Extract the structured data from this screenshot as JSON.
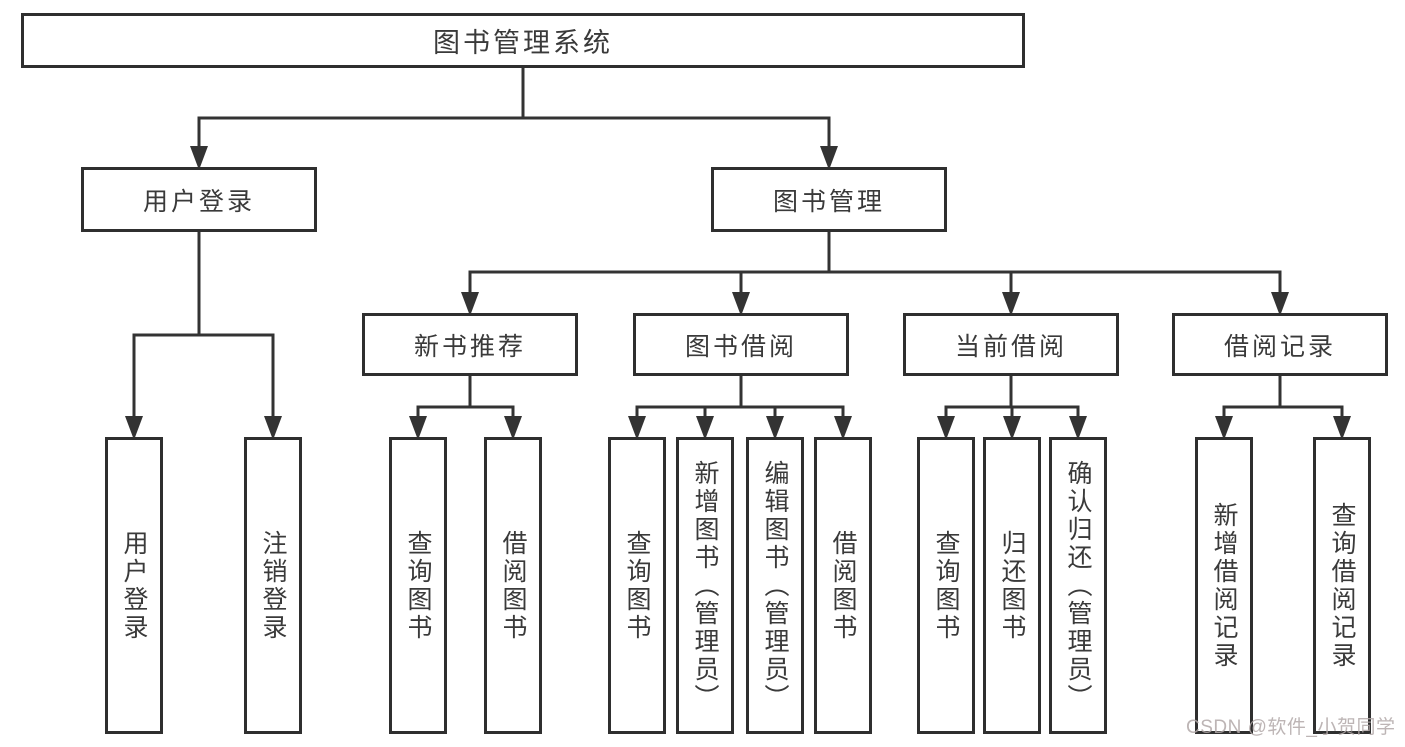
{
  "diagram": {
    "type": "hierarchy-tree",
    "colors": {
      "line": "#333333",
      "box_border": "#2f2f2f",
      "box_fill": "#ffffff",
      "text": "#3a3a3a",
      "watermark": "rgba(178,168,168,0.85)"
    },
    "tree": {
      "root": "图书管理系统",
      "children": [
        {
          "label": "用户登录",
          "children": [
            "用户登录",
            "注销登录"
          ]
        },
        {
          "label": "图书管理",
          "children": [
            {
              "label": "新书推荐",
              "children": [
                "查询图书",
                "借阅图书"
              ]
            },
            {
              "label": "图书借阅",
              "children": [
                "查询图书",
                "新增图书（管理员）",
                "编辑图书（管理员）",
                "借阅图书"
              ]
            },
            {
              "label": "当前借阅",
              "children": [
                "查询图书",
                "归还图书",
                "确认归还（管理员）"
              ]
            },
            {
              "label": "借阅记录",
              "children": [
                "新增借阅记录",
                "查询借阅记录"
              ]
            }
          ]
        }
      ]
    }
  },
  "watermark": {
    "text": "CSDN @软件_小贺同学"
  }
}
